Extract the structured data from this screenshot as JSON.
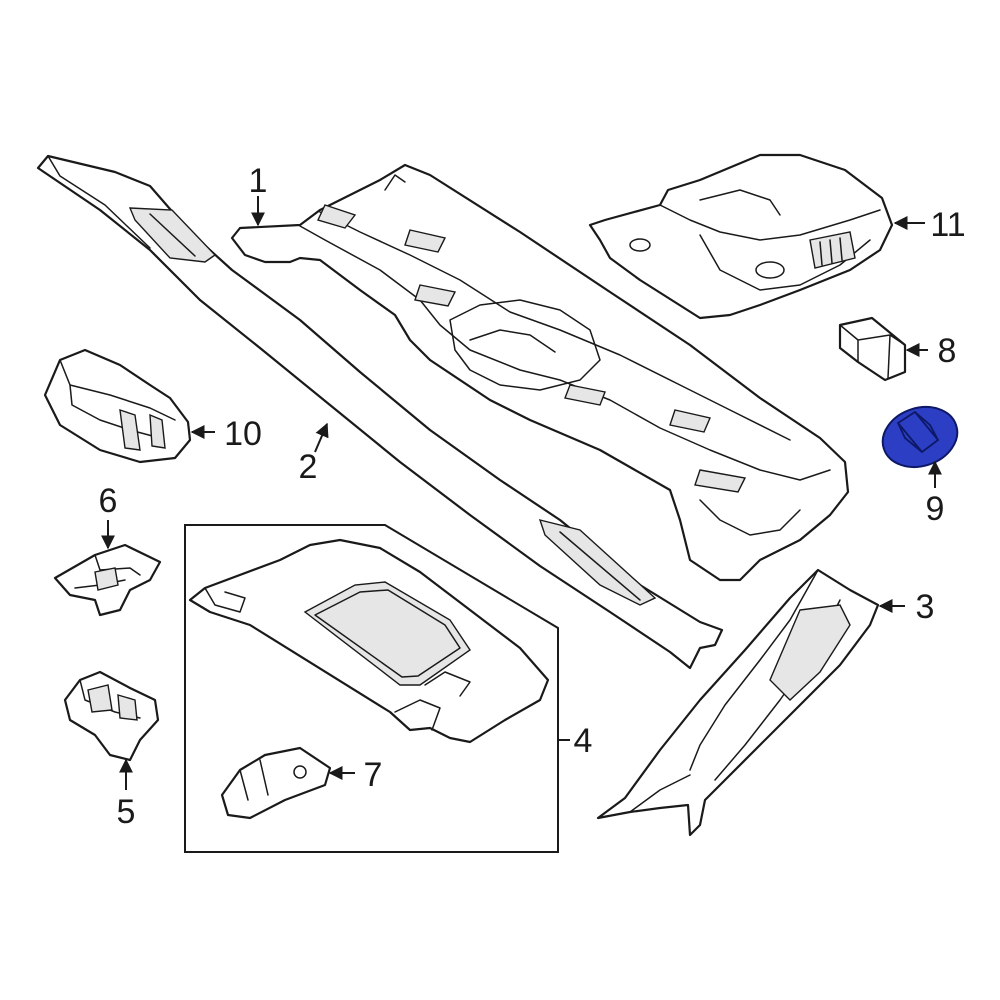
{
  "diagram": {
    "highlight_color": "#2c3fc4",
    "line_color": "#1a1a1a",
    "callouts": [
      {
        "id": "c1",
        "label": "1"
      },
      {
        "id": "c2",
        "label": "2"
      },
      {
        "id": "c3",
        "label": "3"
      },
      {
        "id": "c4",
        "label": "4"
      },
      {
        "id": "c5",
        "label": "5"
      },
      {
        "id": "c6",
        "label": "6"
      },
      {
        "id": "c7",
        "label": "7"
      },
      {
        "id": "c8",
        "label": "8"
      },
      {
        "id": "c9",
        "label": "9"
      },
      {
        "id": "c10",
        "label": "10"
      },
      {
        "id": "c11",
        "label": "11"
      }
    ],
    "highlighted_part": "9"
  }
}
